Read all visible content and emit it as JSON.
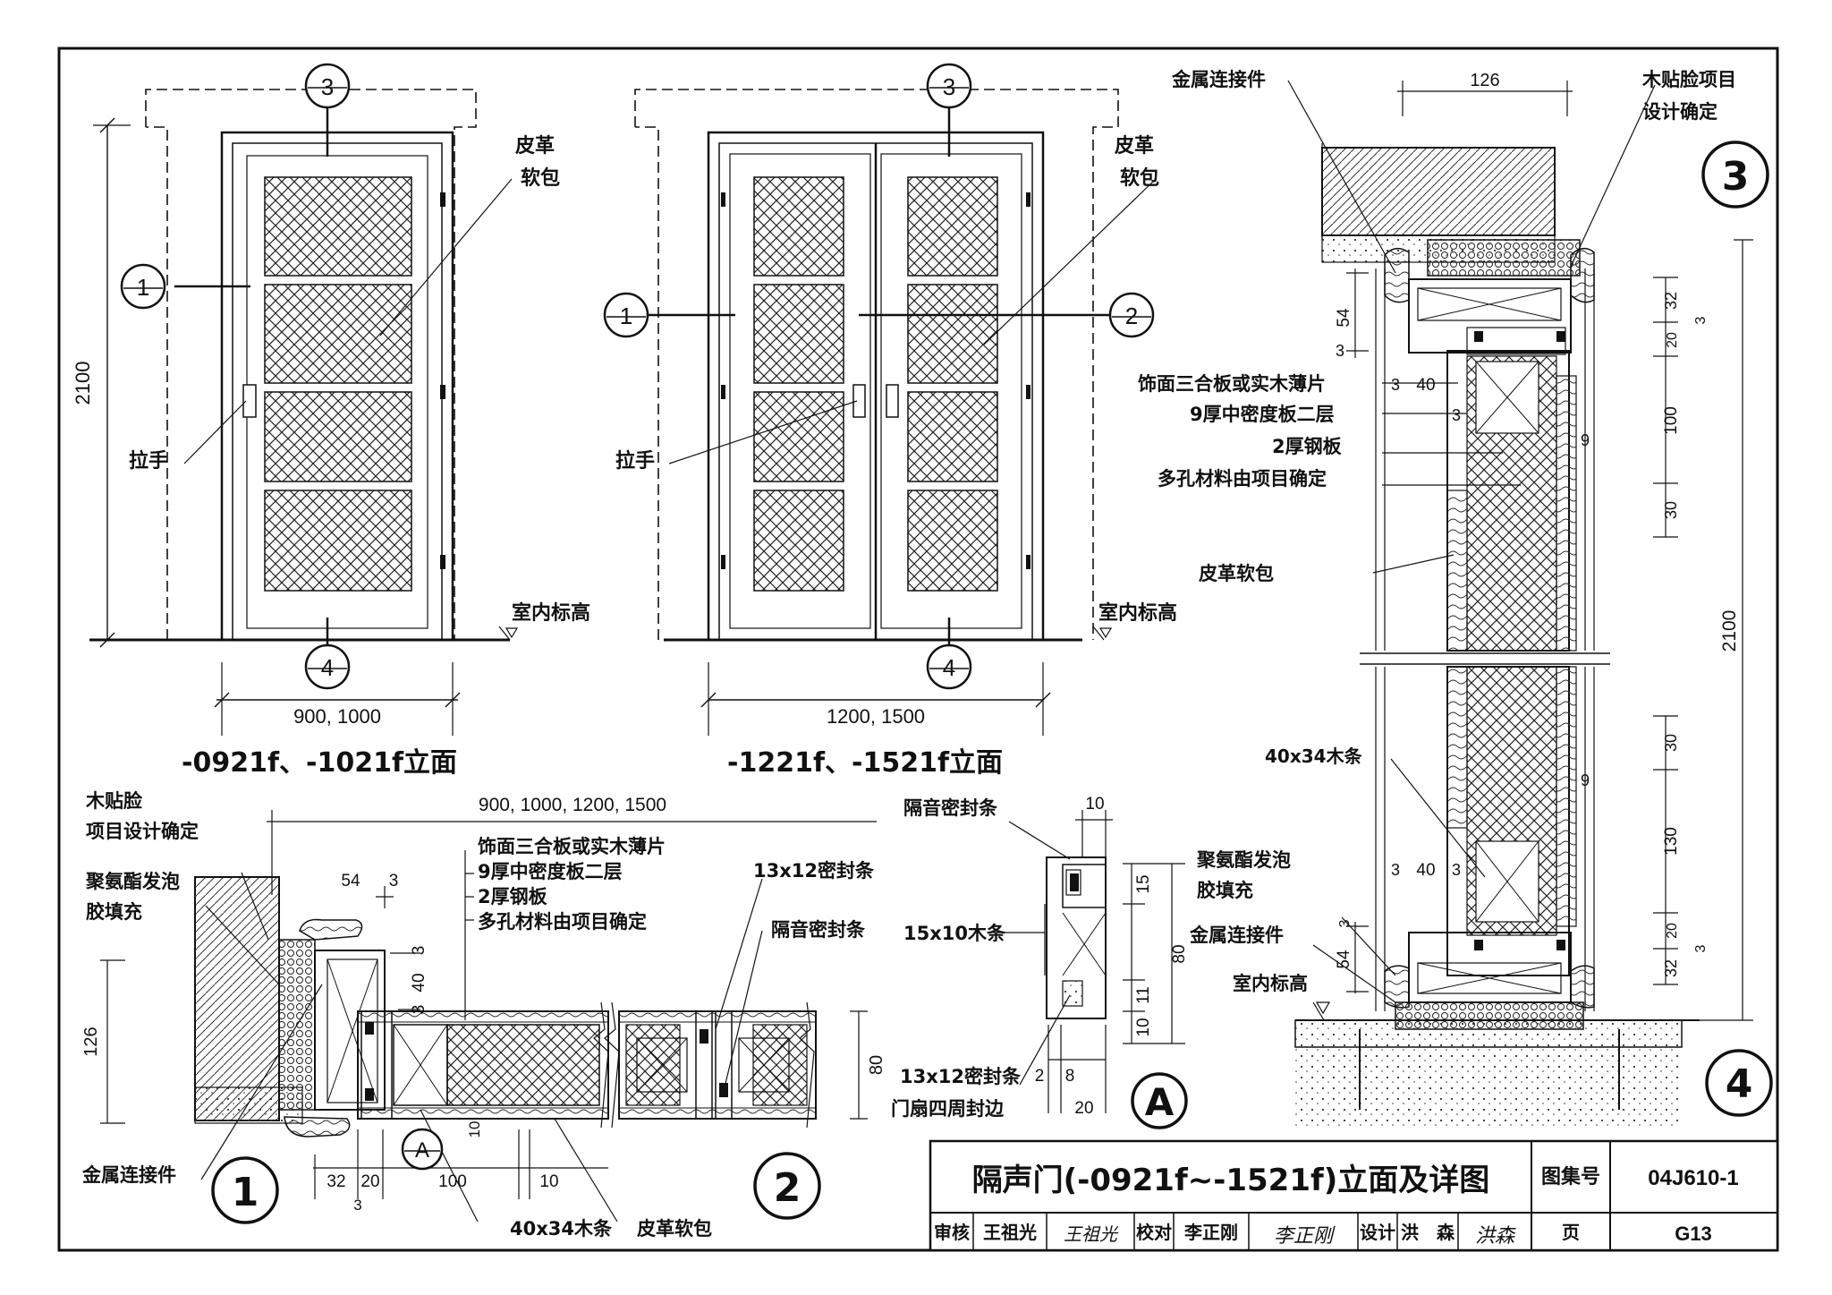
{
  "colors": {
    "ink": "#111111",
    "paper": "#ffffff",
    "hatch": "#555555"
  },
  "elev_left": {
    "marker_top": "3",
    "marker_bottom": "4",
    "marker_side": "1",
    "leather": [
      "皮革",
      "软包"
    ],
    "handle": "拉手",
    "floor": "室内标高",
    "height_dim": "2100",
    "width_dim": "900, 1000",
    "caption": "-0921f、-1021f立面"
  },
  "elev_right": {
    "marker_top": "3",
    "marker_bottom": "4",
    "marker_left": "1",
    "marker_right": "2",
    "leather": [
      "皮革",
      "软包"
    ],
    "handle": "拉手",
    "floor": "室内标高",
    "width_dim": "1200, 1500",
    "caption": "-1221f、-1521f立面"
  },
  "detail1": {
    "facing": [
      "木贴脸",
      "项目设计确定"
    ],
    "foam": [
      "聚氨酯发泡",
      "胶填充"
    ],
    "connector": "金属连接件",
    "width_dims": "900, 1000, 1200, 1500",
    "layers": [
      "饰面三合板或实木薄片",
      "9厚中密度板二层",
      "2厚钢板",
      "多孔材料由项目确定"
    ],
    "seal_13x12": "13x12密封条",
    "acoustic_seal": "隔音密封条",
    "strip": "40x34木条",
    "leather": "皮革软包",
    "dims": [
      "54",
      "3",
      "3",
      "40",
      "3",
      "126",
      "80",
      "10",
      "10",
      "32",
      "20",
      "100",
      "3"
    ],
    "callout_a": "A",
    "number": "1",
    "number2": "2"
  },
  "detailA": {
    "acoustic_seal": "隔音密封条",
    "wood_strip": "15x10木条",
    "seal": "13x12密封条",
    "edge": "门扇四周封边",
    "dims": [
      "10",
      "15",
      "80",
      "11",
      "10",
      "2",
      "8",
      "20"
    ],
    "letter": "A"
  },
  "detail34": {
    "connector_top": "金属连接件",
    "width_dim": "126",
    "facing": [
      "木贴脸项目",
      "设计确定"
    ],
    "num3": "3",
    "num4": "4",
    "layers": [
      "饰面三合板或实木薄片",
      "9厚中密度板二层",
      "2厚钢板",
      "多孔材料由项目确定"
    ],
    "leather": "皮革软包",
    "strip": "40x34木条",
    "foam": [
      "聚氨酯发泡",
      "胶填充"
    ],
    "connector_bottom": "金属连接件",
    "floor": "室内标高",
    "height_dim": "2100",
    "dims_top": [
      "54",
      "3",
      "3",
      "40",
      "3",
      "32",
      "3",
      "20",
      "100",
      "9",
      "30"
    ],
    "dims_bottom": [
      "30",
      "9",
      "130",
      "3",
      "40",
      "3",
      "3",
      "54",
      "20",
      "32",
      "3"
    ]
  },
  "title_block": {
    "title": "隔声门(-0921f~-1521f)立面及详图",
    "atlas_label": "图集号",
    "atlas_no": "04J610-1",
    "review_label": "审核",
    "reviewer": "王祖光",
    "reviewer_sign": "王祖光",
    "check_label": "校对",
    "checker": "李正刚",
    "checker_sign": "李正刚",
    "design_label": "设计",
    "designer": "洪　森",
    "designer_sign": "洪森",
    "page_label": "页",
    "page_no": "G13"
  }
}
